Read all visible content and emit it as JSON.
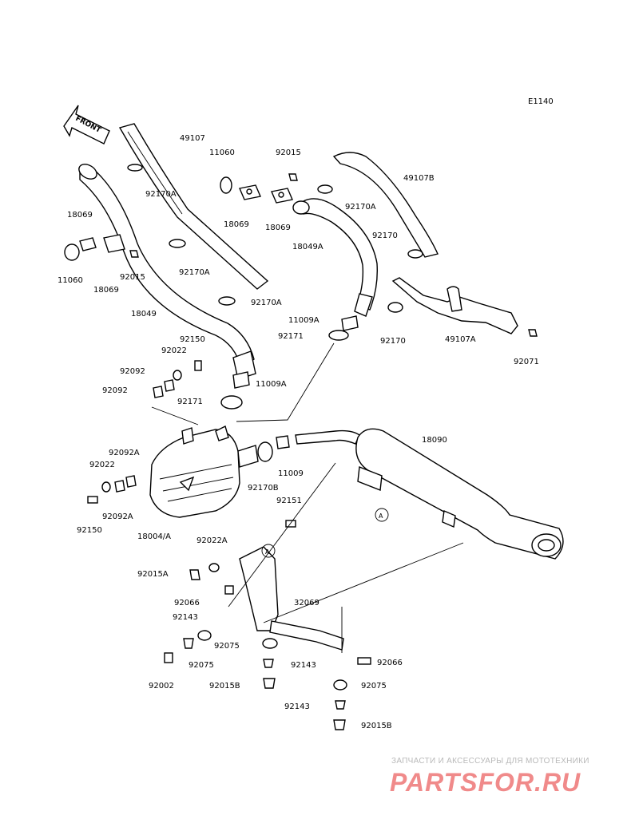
{
  "diagram_code": "E1140",
  "front_marker": "FRONT",
  "labels": {
    "l_49107": "49107",
    "l_11060_a": "11060",
    "l_92015_a": "92015",
    "l_49107b": "49107B",
    "l_92170a_1": "92170A",
    "l_18069_a": "18069",
    "l_18069_b": "18069",
    "l_92170a_2": "92170A",
    "l_18049a": "18049A",
    "l_92170_a": "92170",
    "l_18069_c": "18069",
    "l_11060_b": "11060",
    "l_92015_b": "92015",
    "l_18069_d": "18069",
    "l_92170a_3": "92170A",
    "l_92170a_4": "92170A",
    "l_18049": "18049",
    "l_11009a_1": "11009A",
    "l_92171_1": "92171",
    "l_92170_b": "92170",
    "l_49107a": "49107A",
    "l_92150_1": "92150",
    "l_92022_1": "92022",
    "l_92092_1": "92092",
    "l_92071": "92071",
    "l_11009a_2": "11009A",
    "l_92092_2": "92092",
    "l_92171_2": "92171",
    "l_18090": "18090",
    "l_92092a_1": "92092A",
    "l_92022_2": "92022",
    "l_11009": "11009",
    "l_92170b": "92170B",
    "l_92092a_2": "92092A",
    "l_92151": "92151",
    "l_92150_2": "92150",
    "l_a_1": "A",
    "l_18004a": "18004/A",
    "l_92022a": "92022A",
    "l_a_2": "A",
    "l_92015a": "92015A",
    "l_92066_1": "92066",
    "l_32069": "32069",
    "l_92143_1": "92143",
    "l_92075_1": "92075",
    "l_92075_2": "92075",
    "l_92143_2": "92143",
    "l_92066_2": "92066",
    "l_92002": "92002",
    "l_92015b_1": "92015B",
    "l_92075_3": "92075",
    "l_92143_3": "92143",
    "l_92015b_2": "92015B"
  },
  "watermark": {
    "tagline": "ЗАПЧАСТИ И АКСЕССУАРЫ ДЛЯ МОТОТЕХНИКИ",
    "logo": "PARTSFOR.RU"
  }
}
